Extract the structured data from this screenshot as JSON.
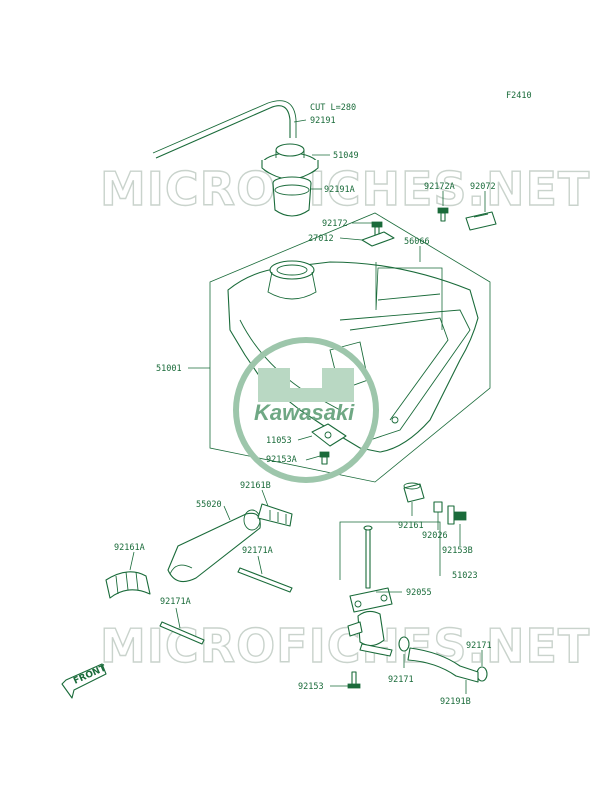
{
  "figure_code": "F2410",
  "watermark": {
    "text": "MICROFICHES.NET"
  },
  "logo": {
    "text": "Kawasaki"
  },
  "direction_arrow": {
    "label": "FRONT"
  },
  "labels": {
    "cut_note": "CUT L=280",
    "p92191": "92191",
    "p51049": "51049",
    "p92191A": "92191A",
    "p92172A": "92172A",
    "p92072": "92072",
    "p92172": "92172",
    "p27012": "27012",
    "p56066": "56066",
    "p51001": "51001",
    "p11053": "11053",
    "p92153A": "92153A",
    "p92161B": "92161B",
    "p55020": "55020",
    "p92161": "92161",
    "p92026": "92026",
    "p92153B": "92153B",
    "p92161A": "92161A",
    "p92171A_1": "92171A",
    "p92171A_2": "92171A",
    "p51023": "51023",
    "p92055": "92055",
    "p92171_1": "92171",
    "p92171_2": "92171",
    "p92153": "92153",
    "p92191B": "92191B"
  },
  "colors": {
    "line": "#1a6b3a",
    "watermark": "#c9d3cc",
    "logo": "#6fa884"
  }
}
